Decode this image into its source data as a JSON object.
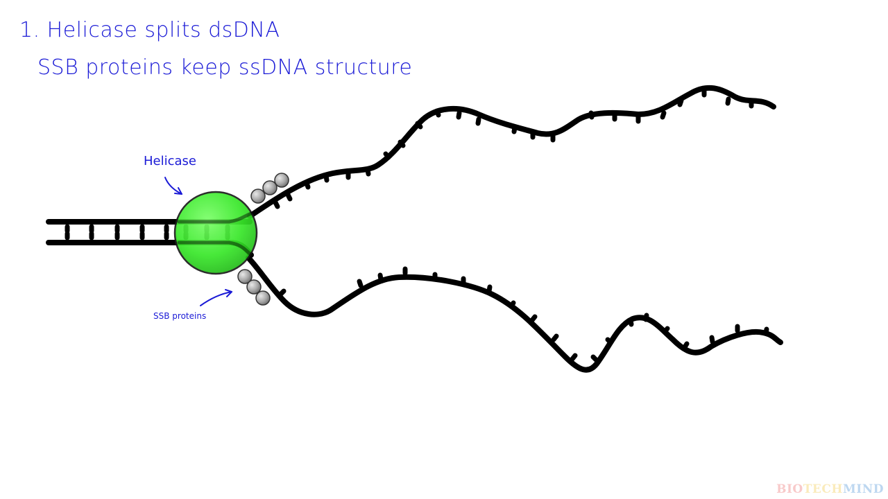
{
  "title": {
    "line1": "1. Helicase splits dsDNA",
    "line2": "SSB proteins keep ssDNA structure"
  },
  "labels": {
    "helicase": "Helicase",
    "ssb_proteins": "SSB proteins"
  },
  "watermark": {
    "part1": "BIO",
    "part2": "TECH",
    "part3": "MIND"
  },
  "colors": {
    "text_blue": "#1a1ad6",
    "helicase_green": "#39e82a",
    "strand_black": "#000000",
    "ssb_gray": "#9a9a9a",
    "watermark_bio": "#f08a8a",
    "watermark_tech": "#f5d36b",
    "watermark_mind": "#6fa8e0"
  }
}
